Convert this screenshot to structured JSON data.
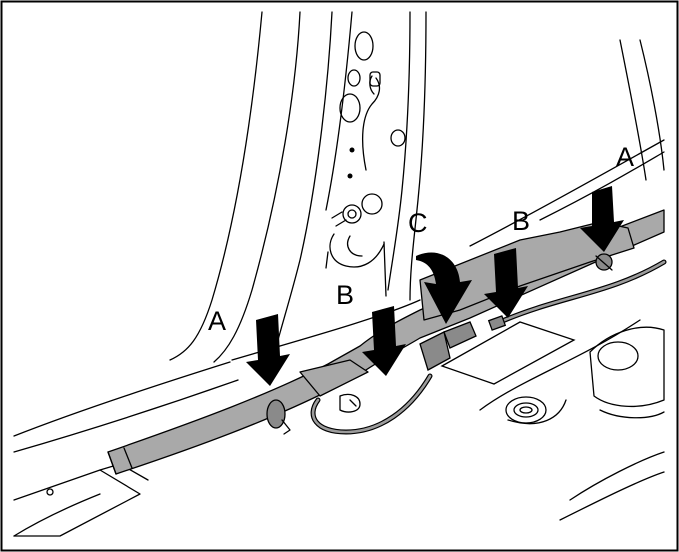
{
  "labels": {
    "a_left": "A",
    "a_right": "A",
    "b_left": "B",
    "b_right": "B",
    "c": "C"
  },
  "colors": {
    "harness": "#a9a9a9",
    "outline": "#000000",
    "background": "#ffffff"
  }
}
